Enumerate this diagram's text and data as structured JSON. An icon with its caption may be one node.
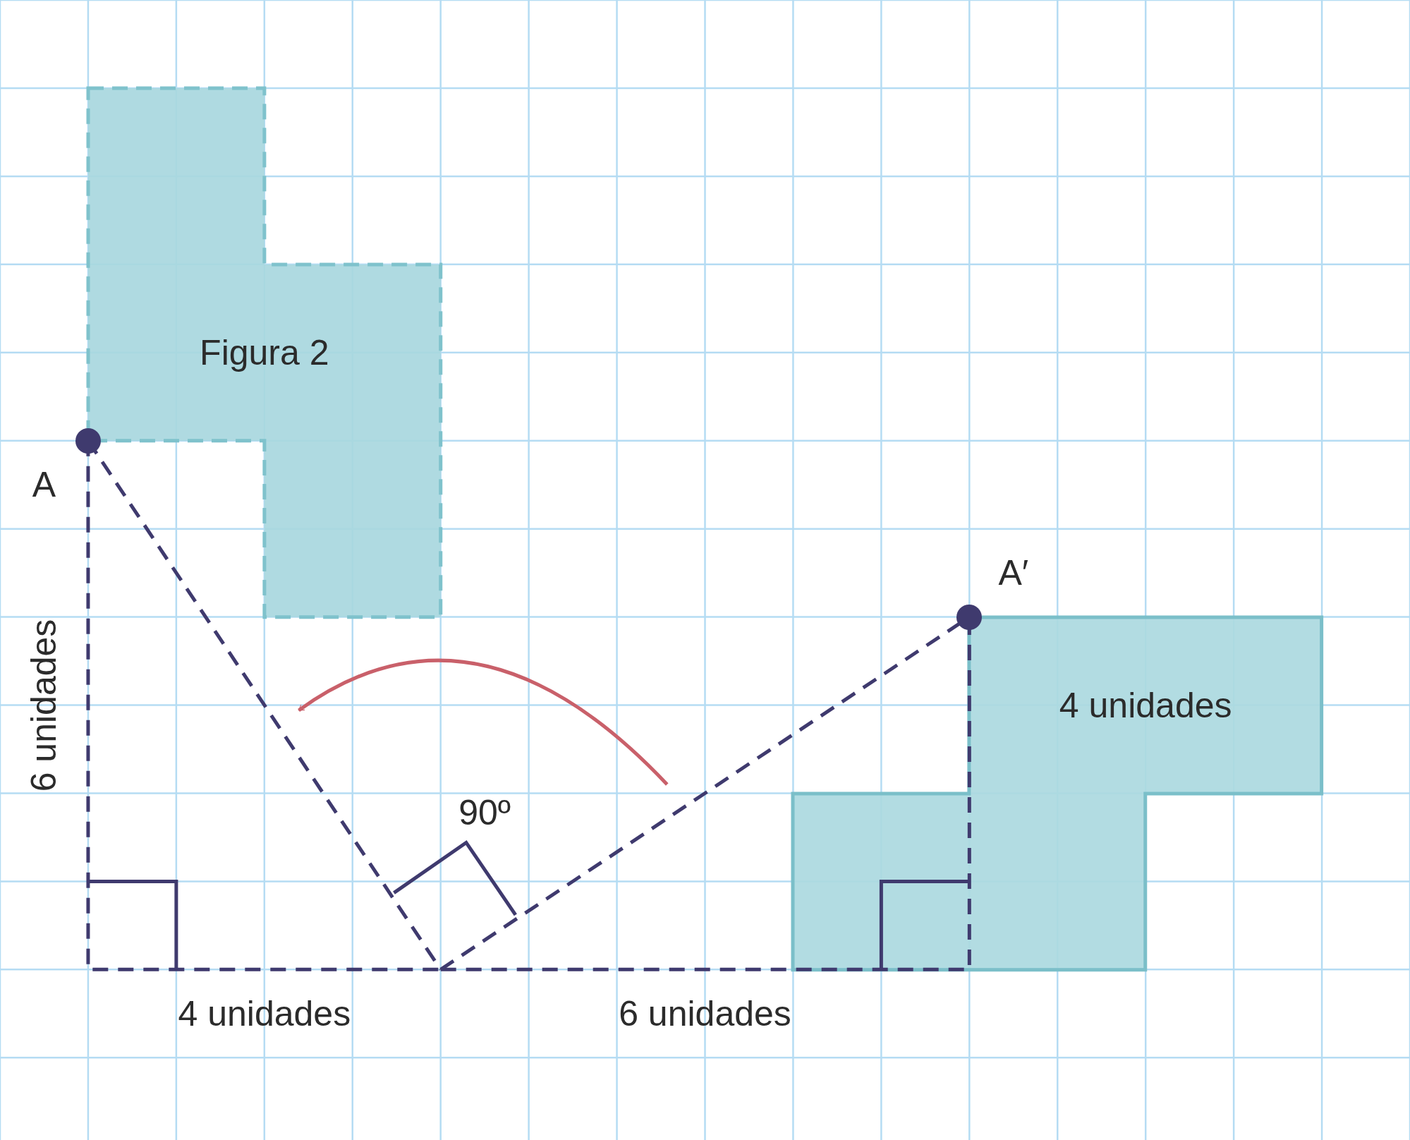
{
  "diagram": {
    "nodes": [
      {
        "text": [
          "Figura 2"
        ]
      },
      {
        "text": [],
        "shape": "polygon"
      },
      {
        "text": [],
        "shape": "circle",
        "beside": [
          "A"
        ]
      },
      {
        "text": [],
        "shape": "circle",
        "beside": [
          "A′"
        ]
      }
    ],
    "labels": [
      "4 unidades",
      "6 unidades",
      "90º",
      "4 unidades",
      "6 unidades"
    ]
  }
}
